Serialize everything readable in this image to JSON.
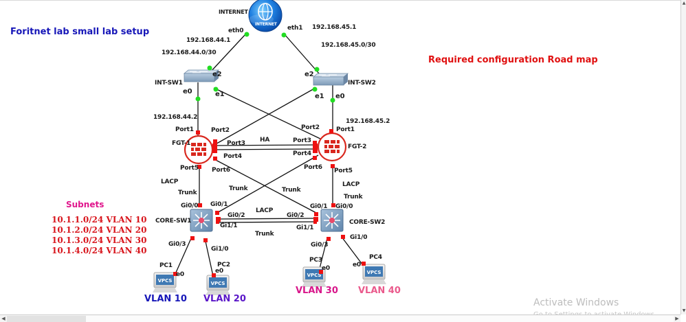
{
  "diagram": {
    "title": "Foritnet lab small lab setup",
    "roadmap_label": "Required configuration Road map",
    "colors": {
      "title": "#1717b8",
      "roadmap": "#e01010",
      "subnets_title": "#e0168c",
      "subnets": "#d8151c",
      "link_up": "#22dd22",
      "link_down": "#ee1111",
      "firewall": "#d9281e"
    },
    "nodes": {
      "internet": {
        "name": "INTERNET",
        "icon_text": "INTERNET",
        "eth0": "eth0",
        "eth1": "eth1"
      },
      "int_sw1": {
        "name": "INT-SW1",
        "e0": "e0",
        "e1": "e1",
        "e2": "e2"
      },
      "int_sw2": {
        "name": "INT-SW2",
        "e0": "e0",
        "e1": "e1",
        "e2": "e2"
      },
      "fgt1": {
        "name": "FGT-1",
        "port1": "Port1",
        "port2": "Port2",
        "port3": "Port3",
        "port4": "Port4",
        "port5": "Port5",
        "port6": "Port6"
      },
      "fgt2": {
        "name": "FGT-2",
        "port1": "Port1",
        "port2": "Port2",
        "port3": "Port3",
        "port4": "Port4",
        "port5": "Port5",
        "port6": "Port6"
      },
      "core_sw1": {
        "name": "CORE-SW1",
        "gi0_0": "Gi0/0",
        "gi0_1": "Gi0/1",
        "gi0_2": "Gi0/2",
        "gi1_1": "Gi1/1",
        "gi0_3": "Gi0/3",
        "gi1_0": "Gi1/0"
      },
      "core_sw2": {
        "name": "CORE-SW2",
        "gi0_0": "Gi0/0",
        "gi0_1": "Gi0/1",
        "gi0_2": "Gi0/2",
        "gi1_1": "Gi1/1",
        "gi0_3": "Gi0/3",
        "gi1_0": "Gi1/0"
      },
      "pc1": {
        "name": "PC1",
        "port": "e0",
        "icon_text": "VPCS",
        "vlan": "VLAN 10",
        "vlan_color": "#1717b8"
      },
      "pc2": {
        "name": "PC2",
        "port": "e0",
        "icon_text": "VPCS",
        "vlan": "VLAN 20",
        "vlan_color": "#5a16c8"
      },
      "pc3": {
        "name": "PC3",
        "port": "e0",
        "icon_text": "VPCS",
        "vlan": "VLAN 30",
        "vlan_color": "#d8168a"
      },
      "pc4": {
        "name": "PC4",
        "port": "e0",
        "icon_text": "VPCS",
        "vlan": "VLAN 40",
        "vlan_color": "#ea5a8c"
      }
    },
    "ip_labels": {
      "inet_sw1_ip": "192.168.44.1",
      "inet_sw1_net": "192.168.44.0/30",
      "inet_sw2_ip": "192.168.45.1",
      "inet_sw2_net": "192.168.45.0/30",
      "fgt1_ip": "192.168.44.2",
      "fgt2_ip": "192.168.45.2"
    },
    "link_labels": {
      "ha": "HA",
      "lacp_left": "LACP",
      "trunk_left": "Trunk",
      "lacp_right": "LACP",
      "trunk_right": "Trunk",
      "trunk_cross_left": "Trunk",
      "trunk_cross_right": "Trunk",
      "lacp_core": "LACP",
      "trunk_core": "Trunk"
    },
    "subnets": {
      "title": "Subnets",
      "rows": [
        "10.1.1.0/24  VLAN 10",
        "10.1.2.0/24  VLAN 20",
        "10.1.3.0/24  VLAN 30",
        "10.1.4.0/24  VLAN 40"
      ]
    }
  },
  "watermark": {
    "title": "Activate Windows",
    "subtitle": "Go to Settings to activate Windows."
  }
}
